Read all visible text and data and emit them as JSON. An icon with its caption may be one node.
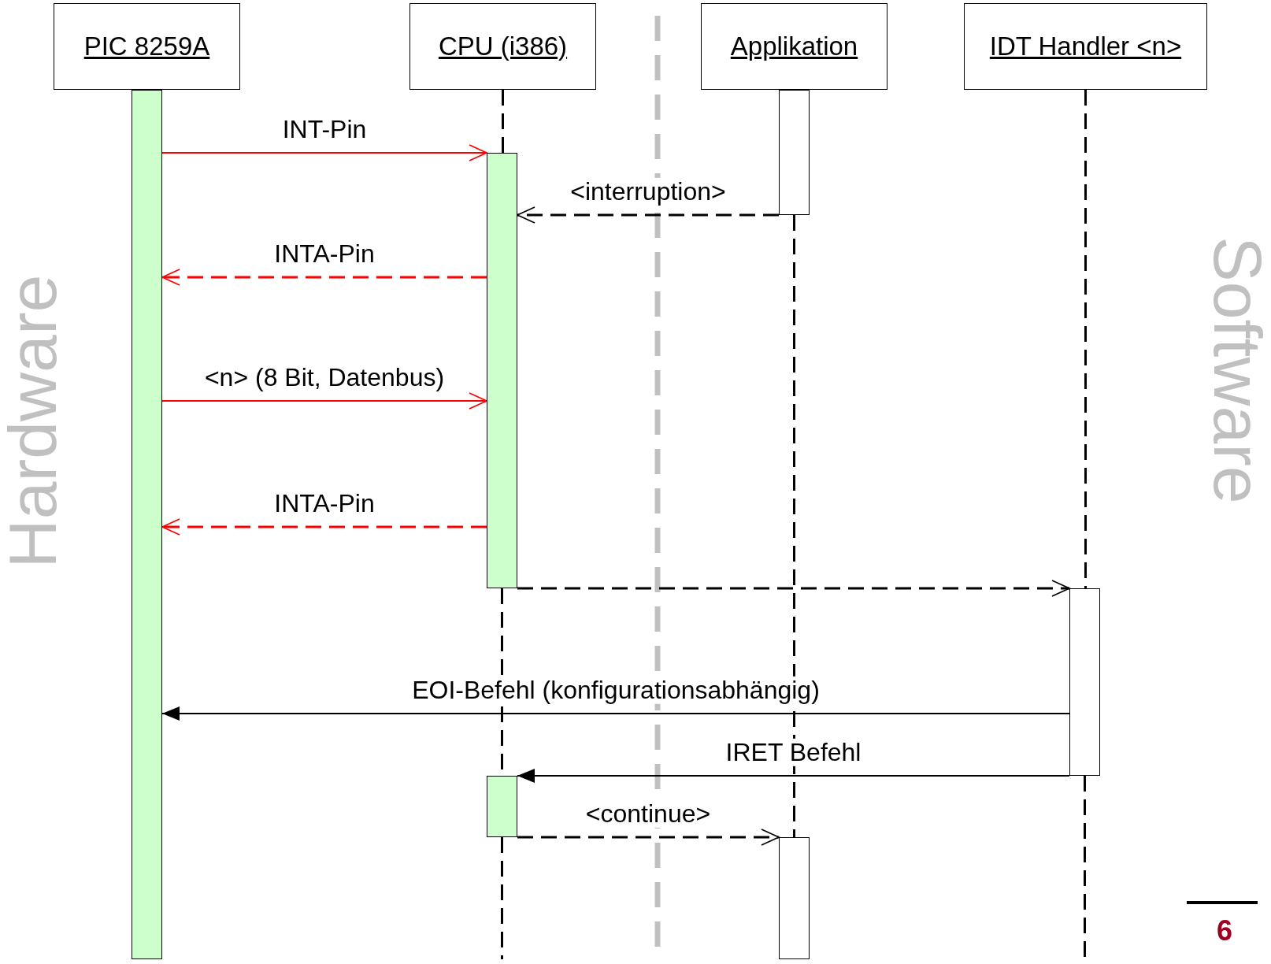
{
  "diagram": {
    "nodes": [
      {
        "text": [
          "PIC 8259A"
        ]
      },
      {
        "text": [
          "CPU (i386)"
        ]
      },
      {
        "text": [
          "Applikation"
        ]
      },
      {
        "text": [
          "IDT Handler <n>"
        ]
      },
      {
        "text": [],
        "shape": "bar"
      },
      {
        "text": [],
        "shape": "bar"
      },
      {
        "text": [],
        "shape": "bar"
      },
      {
        "text": [],
        "shape": "bar"
      },
      {
        "text": [],
        "shape": "bar"
      },
      {
        "text": [],
        "shape": "bar"
      }
    ],
    "edges": [
      {
        "from": 4,
        "to": 5,
        "arrow": "to",
        "label": "INT-Pin",
        "color": "#ff0000"
      },
      {
        "from": 6,
        "to": 5,
        "arrow": "to",
        "label": "<interruption>",
        "style": "dashed"
      },
      {
        "from": 5,
        "to": 4,
        "arrow": "to",
        "label": "INTA-Pin",
        "style": "dashed",
        "color": "#ff0000"
      },
      {
        "from": 4,
        "to": 5,
        "arrow": "to",
        "label": "<n> (8 Bit, Datenbus)",
        "color": "#ff0000"
      },
      {
        "from": 5,
        "to": 4,
        "arrow": "to",
        "label": "INTA-Pin",
        "style": "dashed",
        "color": "#ff0000"
      },
      {
        "from": 5,
        "to": 7,
        "arrow": "to",
        "style": "dashed"
      },
      {
        "from": 7,
        "to": 4,
        "arrow": "to",
        "label": "EOI-Befehl (konfigurationsabhängig)"
      },
      {
        "from": 7,
        "to": 8,
        "arrow": "to",
        "label": "IRET Befehl"
      },
      {
        "from": 8,
        "to": 9,
        "arrow": "to",
        "label": "<continue>",
        "style": "dashed"
      },
      {
        "from": 1,
        "to": 5,
        "arrow": "none",
        "style": "dashed"
      },
      {
        "from": 5,
        "to": 8,
        "arrow": "none",
        "style": "dashed"
      },
      {
        "from": 8,
        "to": null,
        "arrow": "none",
        "style": "dashed"
      },
      {
        "from": 6,
        "to": 9,
        "arrow": "none",
        "style": "dashed"
      },
      {
        "from": 3,
        "to": 7,
        "arrow": "none",
        "style": "dashed"
      },
      {
        "from": 7,
        "to": null,
        "arrow": "none",
        "style": "dashed"
      }
    ],
    "labels": [
      "Hardware",
      "Software",
      "6"
    ]
  }
}
